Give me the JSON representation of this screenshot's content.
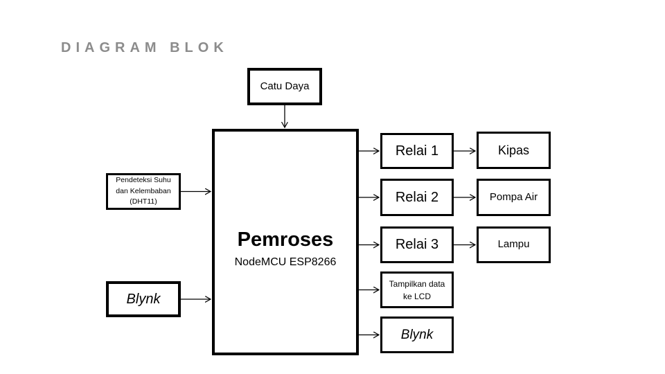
{
  "title": "DIAGRAM BLOK",
  "colors": {
    "title": "#8c8c8c",
    "box_border": "#000000",
    "background": "#ffffff",
    "line": "#000000"
  },
  "nodes": {
    "catu_daya": {
      "label": "Catu Daya"
    },
    "pemroses": {
      "title": "Pemroses",
      "subtitle": "NodeMCU ESP8266"
    },
    "dht": {
      "line1": "Pendeteksi Suhu",
      "line2": "dan Kelembaban",
      "line3": "(DHT11)"
    },
    "blynk_in": {
      "label": "Blynk"
    },
    "relai1": {
      "label": "Relai 1"
    },
    "relai2": {
      "label": "Relai 2"
    },
    "relai3": {
      "label": "Relai 3"
    },
    "lcd": {
      "line1": "Tampilkan data",
      "line2": "ke LCD"
    },
    "blynk_out": {
      "label": "Blynk"
    },
    "kipas": {
      "label": "Kipas"
    },
    "pompa": {
      "label": "Pompa Air"
    },
    "lampu": {
      "label": "Lampu"
    }
  },
  "edges": [
    {
      "from": "catu_daya",
      "to": "pemroses"
    },
    {
      "from": "dht",
      "to": "pemroses"
    },
    {
      "from": "blynk_in",
      "to": "pemroses"
    },
    {
      "from": "pemroses",
      "to": "relai1"
    },
    {
      "from": "pemroses",
      "to": "relai2"
    },
    {
      "from": "pemroses",
      "to": "relai3"
    },
    {
      "from": "pemroses",
      "to": "lcd"
    },
    {
      "from": "pemroses",
      "to": "blynk_out"
    },
    {
      "from": "relai1",
      "to": "kipas"
    },
    {
      "from": "relai2",
      "to": "pompa"
    },
    {
      "from": "relai3",
      "to": "lampu"
    }
  ]
}
